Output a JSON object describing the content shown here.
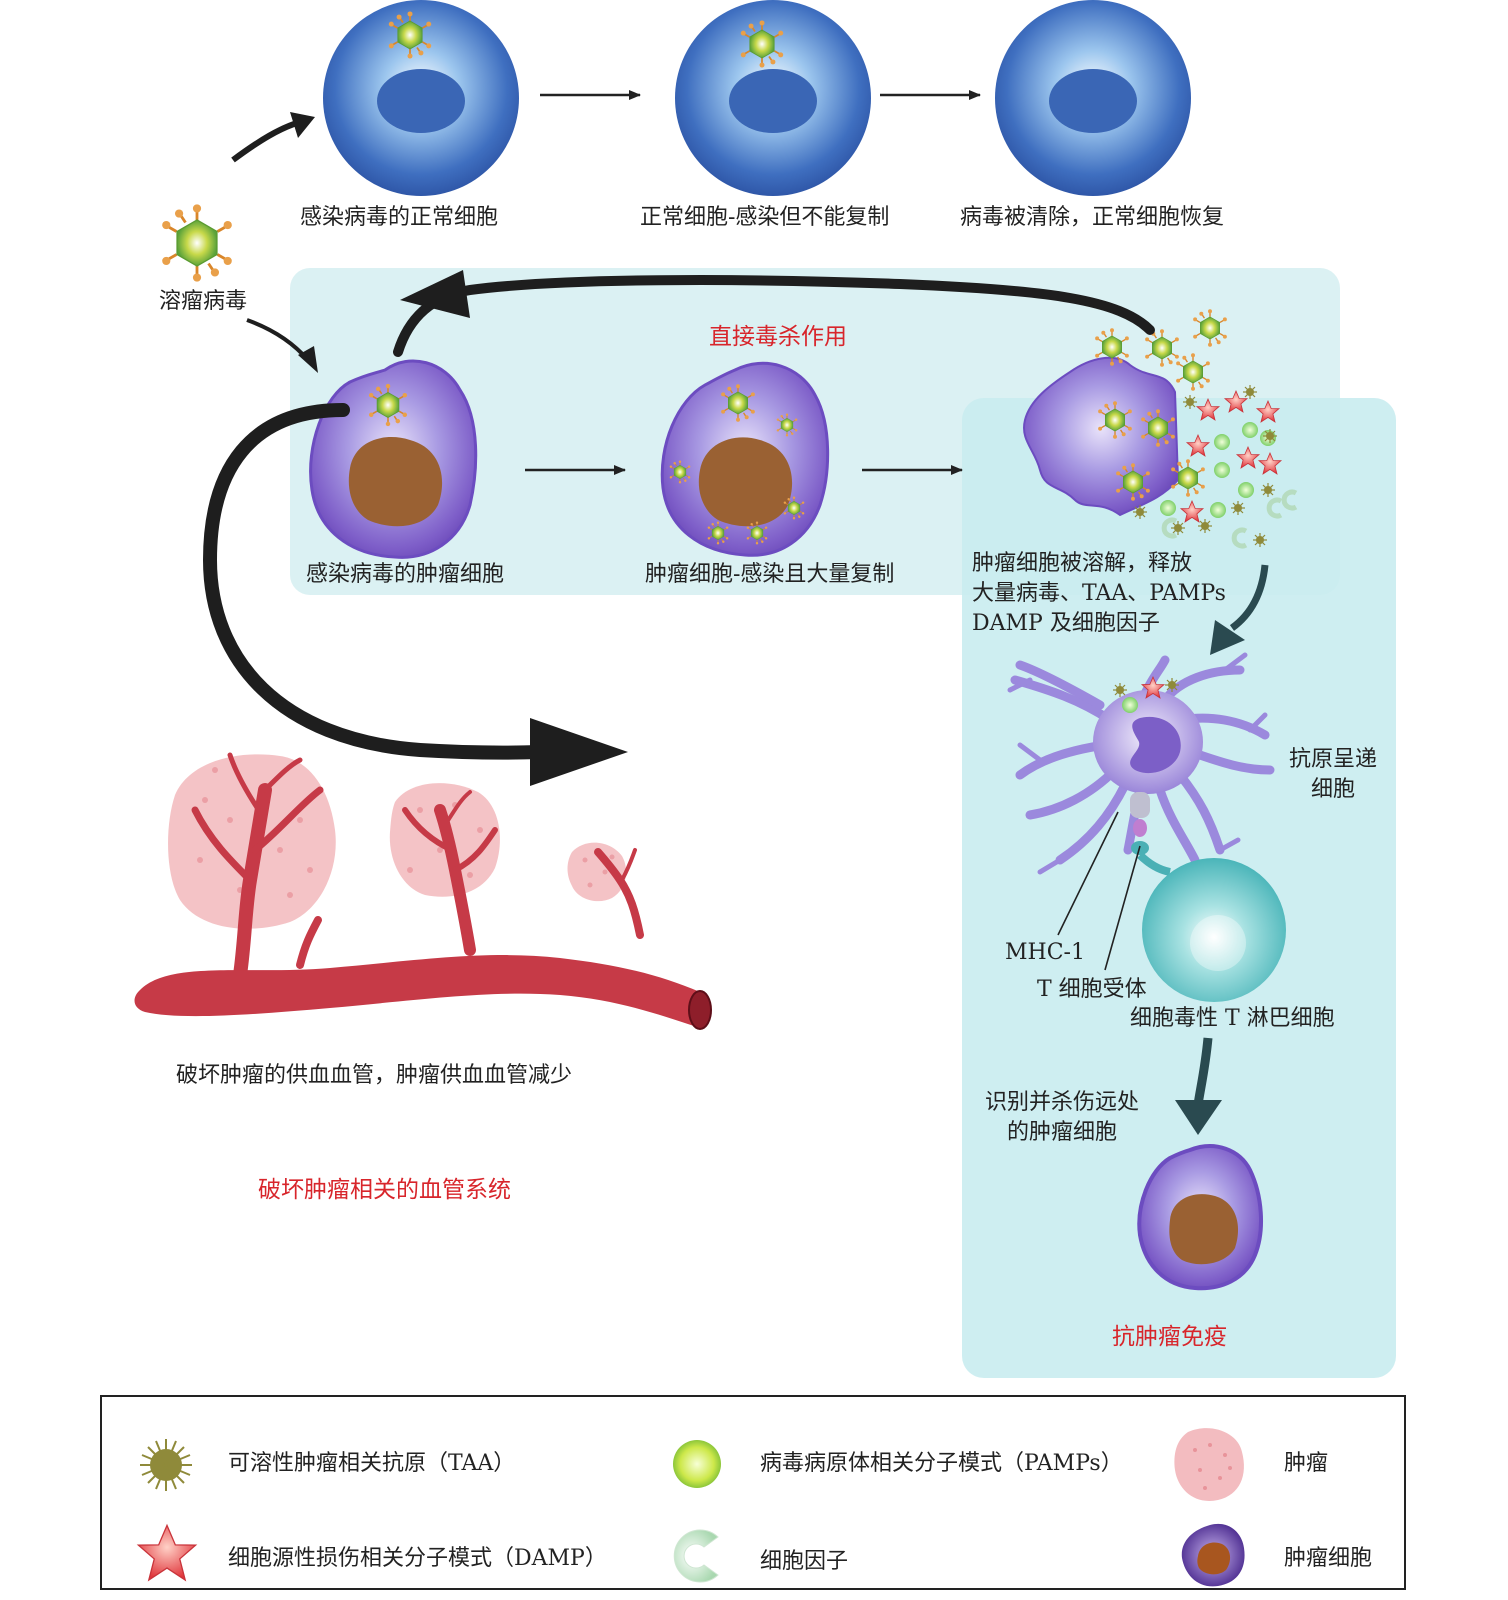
{
  "labels": {
    "oncolytic_virus": "溶瘤病毒",
    "normal_infected": "感染病毒的正常细胞",
    "normal_no_replicate": "正常细胞-感染但不能复制",
    "normal_recover": "病毒被清除，正常细胞恢复",
    "direct_kill": "直接毒杀作用",
    "tumor_infected": "感染病毒的肿瘤细胞",
    "tumor_replicate": "肿瘤细胞-感染且大量复制",
    "lysis_line1": "肿瘤细胞被溶解，释放",
    "lysis_line2": "大量病毒、TAA、PAMPs",
    "lysis_line3": "DAMP 及细胞因子",
    "apc_line1": "抗原呈递",
    "apc_line2": "细胞",
    "mhc": "MHC-1",
    "tcr": "T 细胞受体",
    "ctl": "细胞毒性 T 淋巴细胞",
    "recognize_line1": "识别并杀伤远处",
    "recognize_line2": "的肿瘤细胞",
    "antitumor": "抗肿瘤免疫",
    "vessel_damage": "破坏肿瘤的供血血管，肿瘤供血血管减少",
    "vascular": "破坏肿瘤相关的血管系统"
  },
  "legend": {
    "taa": "可溶性肿瘤相关抗原（TAA）",
    "pamps": "病毒病原体相关分子模式（PAMPs）",
    "tumor": "肿瘤",
    "damp": "细胞源性损伤相关分子模式（DAMP）",
    "cytokine": "细胞因子",
    "tumor_cell": "肿瘤细胞"
  },
  "colors": {
    "highlight_text": "#d8252b",
    "panel_fill": "#cfeef1",
    "normal_cell": "#3f6fc0",
    "tumor_cell": "#8a66c9",
    "nucleus_tumor": "#9a6133",
    "vessel": "#c63a47",
    "tumor_mass": "#f0b7bb",
    "t_cell": "#5cc6c9",
    "virus": "#c8d94a"
  }
}
